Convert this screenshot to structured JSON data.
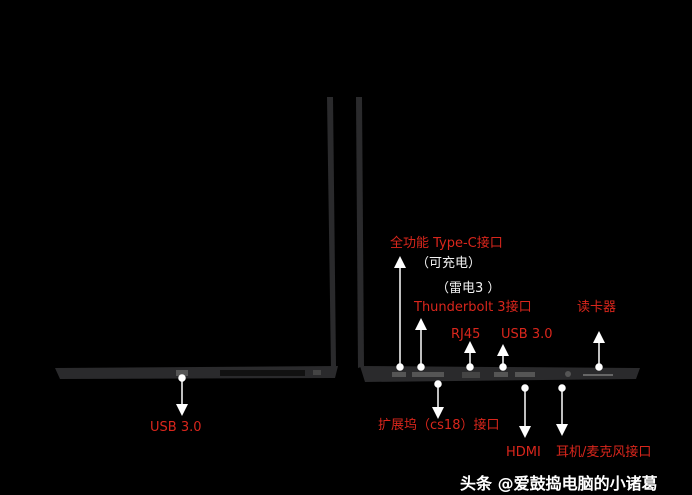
{
  "colors": {
    "background": "#000000",
    "label_red": "#d9261c",
    "label_white": "#f2f2f2",
    "chassis": "#2a2a2c"
  },
  "labels": {
    "typec": "全功能 Type-C接口",
    "typec_note": "（可充电）",
    "thunderbolt_note": "（雷电3 ）",
    "thunderbolt": "Thunderbolt  3接口",
    "card_reader": "读卡器",
    "rj45": "RJ45",
    "usb_right": "USB 3.0",
    "usb_left": "USB 3.0",
    "dock": "扩展坞（cs18）接口",
    "hdmi": "HDMI",
    "audio": "耳机/麦克风接口"
  },
  "watermark": "头条 @爱鼓捣电脑的小诸葛"
}
